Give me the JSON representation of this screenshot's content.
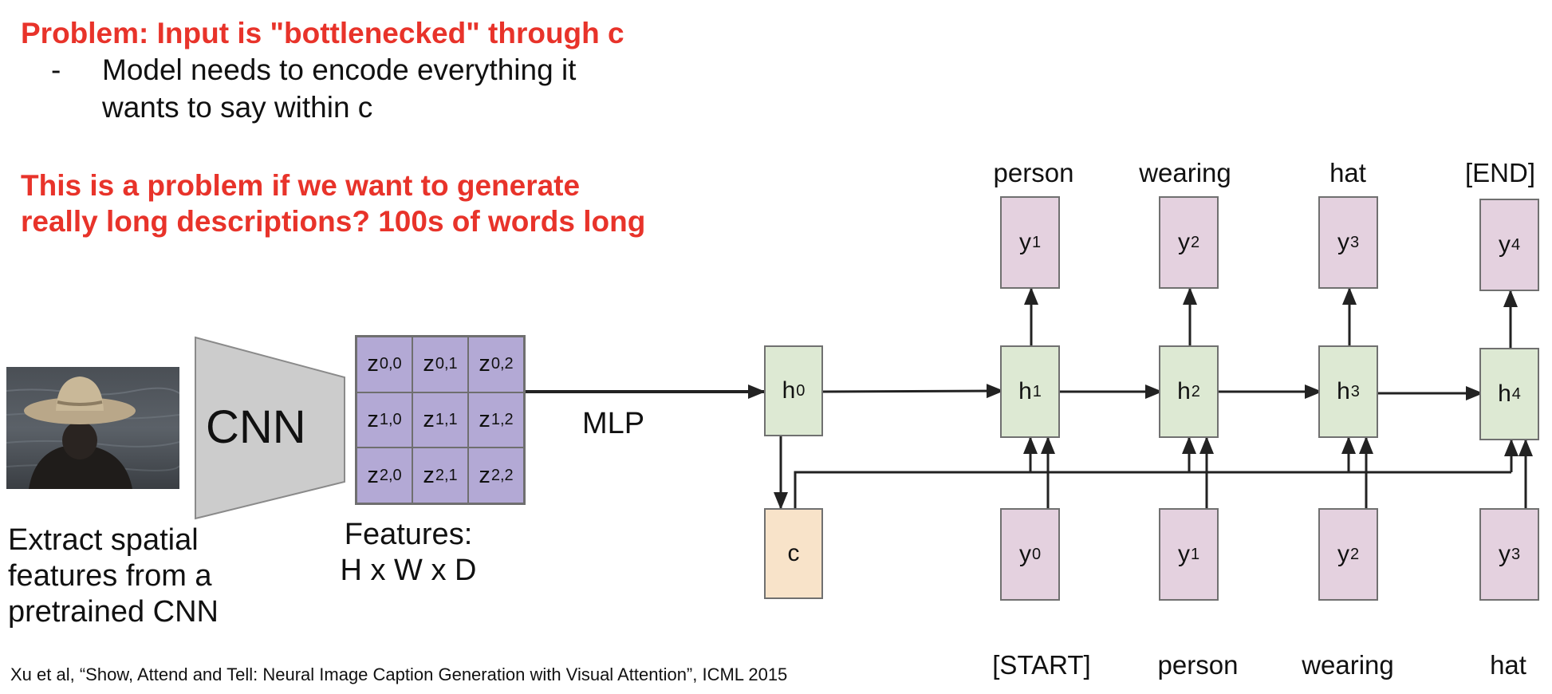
{
  "problem": {
    "title": "Problem: Input is \"bottlenecked\" through c",
    "bullet_marker": "-",
    "bullet_line1": "Model needs to encode everything it",
    "bullet_line2": "wants to say within c"
  },
  "long_desc": {
    "line1": "This is a problem if we want to generate",
    "line2": "really long descriptions? 100s of words long"
  },
  "cnn": {
    "label": "CNN",
    "caption_line1": "Extract spatial",
    "caption_line2": "features from a",
    "caption_line3": "pretrained CNN"
  },
  "features": {
    "cells": [
      {
        "base": "z",
        "sub": "0,0"
      },
      {
        "base": "z",
        "sub": "0,1"
      },
      {
        "base": "z",
        "sub": "0,2"
      },
      {
        "base": "z",
        "sub": "1,0"
      },
      {
        "base": "z",
        "sub": "1,1"
      },
      {
        "base": "z",
        "sub": "1,2"
      },
      {
        "base": "z",
        "sub": "2,0"
      },
      {
        "base": "z",
        "sub": "2,1"
      },
      {
        "base": "z",
        "sub": "2,2"
      }
    ],
    "label_line1": "Features:",
    "label_line2": "H x W x D"
  },
  "mlp": {
    "label": "MLP"
  },
  "rnn": {
    "h0": {
      "base": "h",
      "sub": "0"
    },
    "c": "c",
    "hidden": [
      {
        "base": "h",
        "sub": "1"
      },
      {
        "base": "h",
        "sub": "2"
      },
      {
        "base": "h",
        "sub": "3"
      },
      {
        "base": "h",
        "sub": "4"
      }
    ],
    "outputs": [
      {
        "base": "y",
        "sub": "1"
      },
      {
        "base": "y",
        "sub": "2"
      },
      {
        "base": "y",
        "sub": "3"
      },
      {
        "base": "y",
        "sub": "4"
      }
    ],
    "inputs": [
      {
        "base": "y",
        "sub": "0"
      },
      {
        "base": "y",
        "sub": "1"
      },
      {
        "base": "y",
        "sub": "2"
      },
      {
        "base": "y",
        "sub": "3"
      }
    ],
    "output_words": [
      "person",
      "wearing",
      "hat",
      "[END]"
    ],
    "input_words": [
      "[START]",
      "person",
      "wearing",
      "hat"
    ]
  },
  "citation": "Xu et al, “Show, Attend and Tell: Neural Image Caption Generation with Visual Attention”, ICML 2015",
  "colors": {
    "red": "#e8332a",
    "hidden_box": "#dde9d3",
    "token_box": "#e4d1df",
    "context_box": "#f8e3c9",
    "feature_grid": "#b3a9d5",
    "cnn_trapezoid": "#cccccc"
  }
}
